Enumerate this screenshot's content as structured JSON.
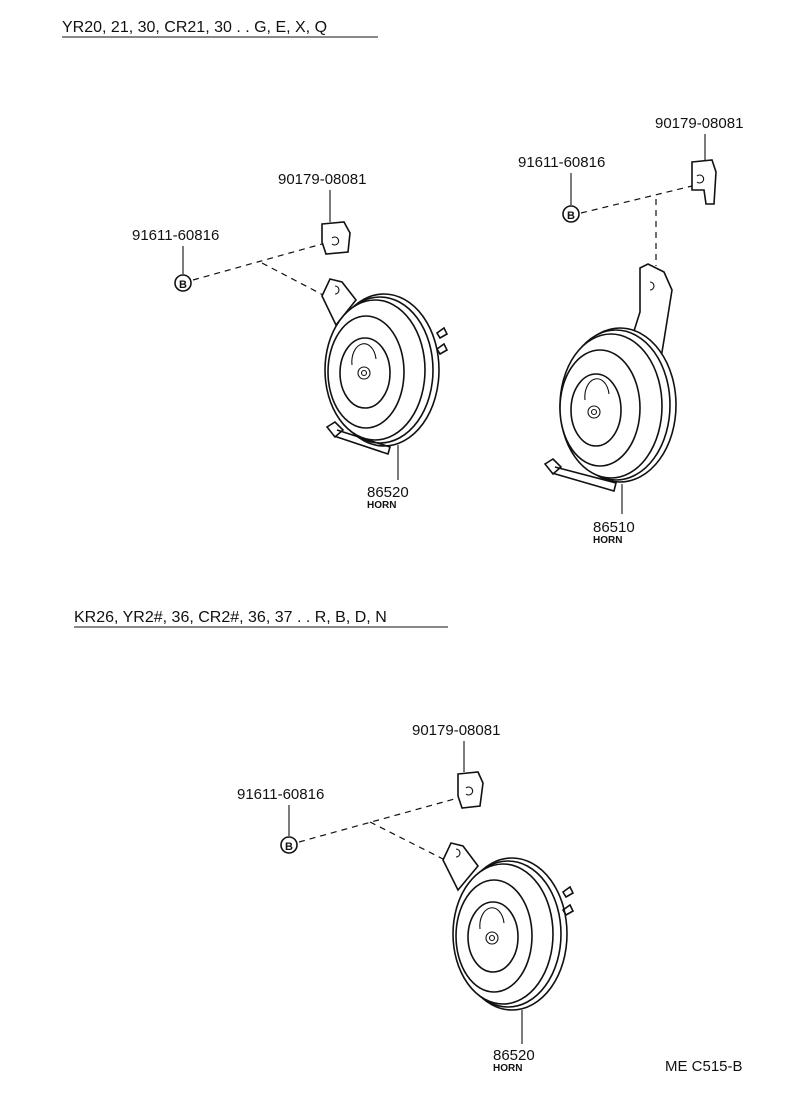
{
  "sections": [
    {
      "heading": "YR20, 21, 30, CR21, 30 . . G, E, X, Q"
    },
    {
      "heading": "KR26, YR2#, 36, CR2#, 36, 37 . . R, B, D, N"
    }
  ],
  "parts": {
    "bolt_a": {
      "number": "91611-60816",
      "marker": "B"
    },
    "bracket_a": {
      "number": "90179-08081"
    },
    "horn_a": {
      "number": "86520",
      "name": "HORN"
    },
    "bolt_b": {
      "number": "91611-60816",
      "marker": "B"
    },
    "bracket_b": {
      "number": "90179-08081"
    },
    "horn_b": {
      "number": "86510",
      "name": "HORN"
    },
    "bolt_c": {
      "number": "91611-60816",
      "marker": "B"
    },
    "bracket_c": {
      "number": "90179-08081"
    },
    "horn_c": {
      "number": "86520",
      "name": "HORN"
    }
  },
  "footer": {
    "code": "ME C515-B"
  }
}
